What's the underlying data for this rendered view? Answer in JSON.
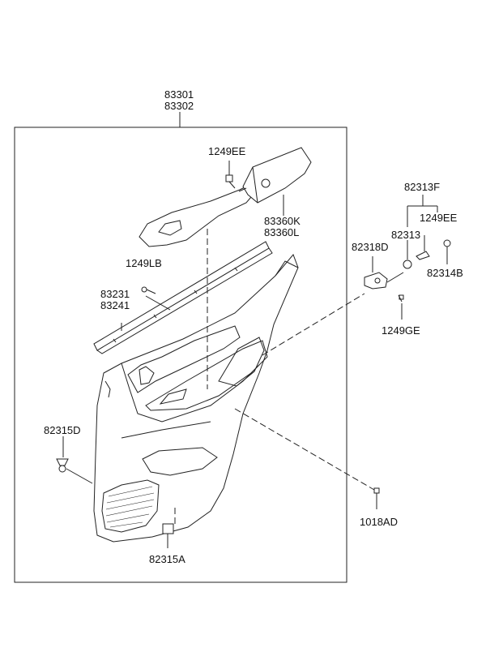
{
  "labels": {
    "assembly_a": "83301",
    "assembly_b": "83302",
    "bolt_top": "1249EE",
    "armrest_k": "83360K",
    "armrest_l": "83360L",
    "bolt_lb": "1249LB",
    "weatherstrip_a": "83231",
    "weatherstrip_b": "83241",
    "clip_d": "82315D",
    "clip_a": "82315A",
    "handle_f": "82313F",
    "bolt_ee_right": "1249EE",
    "handle": "82313",
    "bracket": "82318D",
    "cap": "82314B",
    "bolt_ge": "1249GE",
    "screw_ad": "1018AD"
  }
}
